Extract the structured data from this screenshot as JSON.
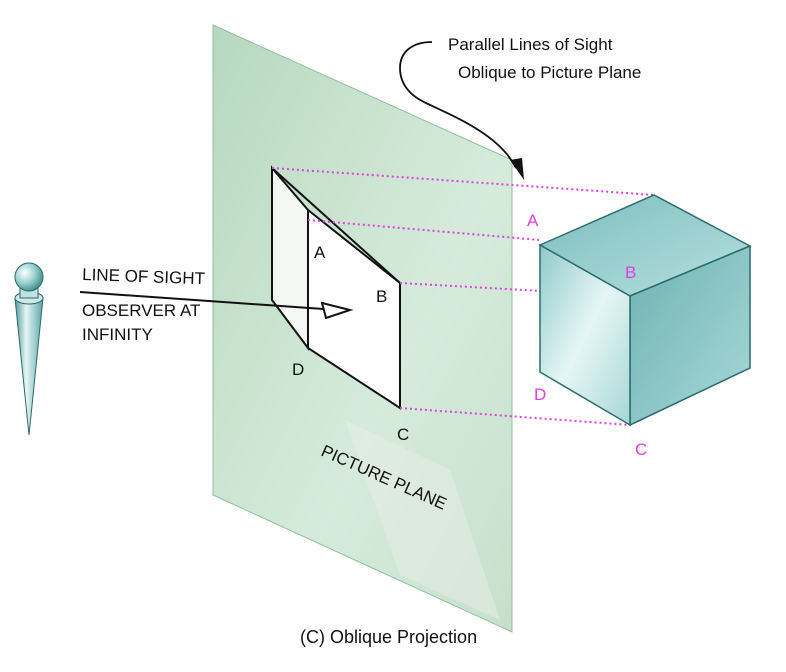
{
  "colors": {
    "projection_lines": "#e040e0",
    "picture_plane": "#9ec9a8",
    "cube_face": "#bfe3e3",
    "cube_edge": "#2a6b6b"
  },
  "callout": {
    "line1": "Parallel Lines of Sight",
    "line2": "Oblique to Picture Plane"
  },
  "observer": {
    "line_of_sight": "LINE OF SIGHT",
    "observer_line1": "OBSERVER AT",
    "observer_line2": "INFINITY",
    "icon": "observer-figure-icon"
  },
  "plane_label": "PICTURE PLANE",
  "projection_labels": {
    "a": "A",
    "b": "B",
    "c": "C",
    "d": "D"
  },
  "cube_labels": {
    "a": "A",
    "b": "B",
    "c": "C",
    "d": "D"
  },
  "caption": "(C)  Oblique Projection"
}
